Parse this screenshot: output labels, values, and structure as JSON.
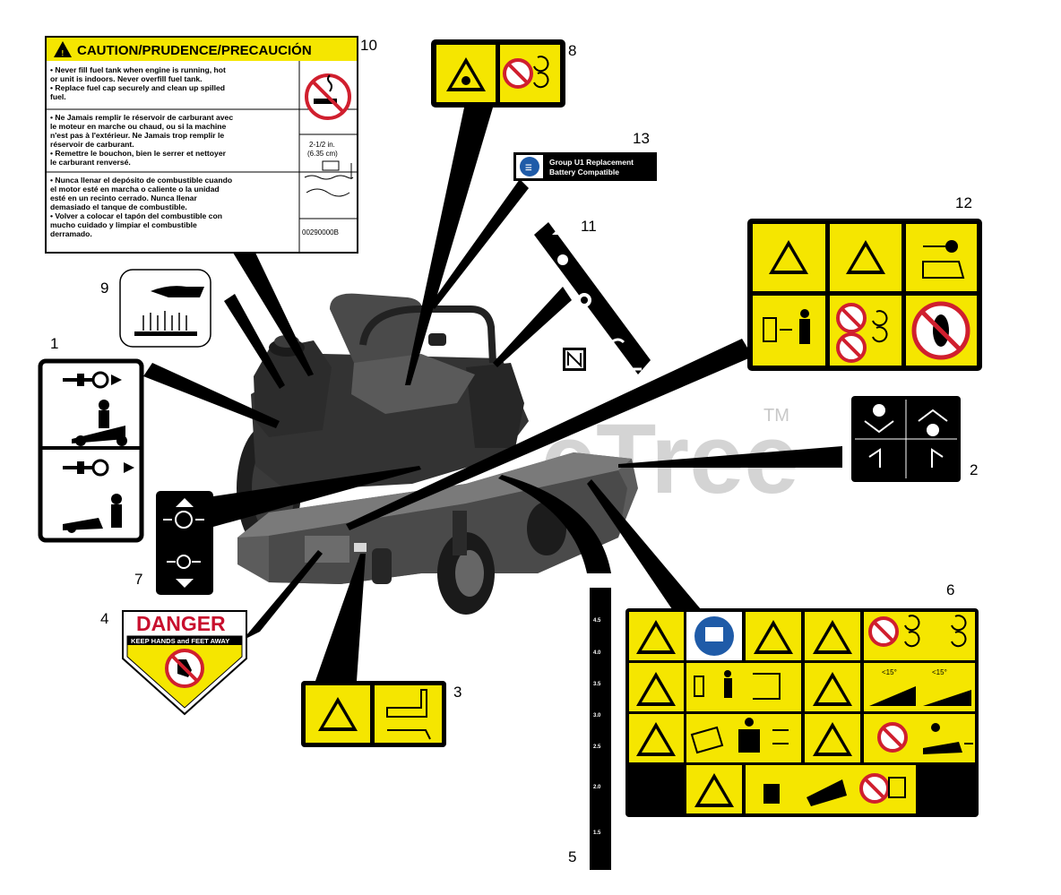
{
  "watermark": {
    "text": "eTree",
    "tm": "TM"
  },
  "callouts": [
    "1",
    "2",
    "3",
    "4",
    "5",
    "6",
    "7",
    "8",
    "9",
    "10",
    "11",
    "12",
    "13"
  ],
  "decal_10": {
    "title": "CAUTION/PRUDENCE/PRECAUCIÓN",
    "en_lines": [
      "• Never fill fuel tank when engine is running, hot",
      "  or unit is indoors. Never overfill fuel tank.",
      "• Replace fuel cap securely and clean up spilled",
      "  fuel."
    ],
    "fr_lines": [
      "• Ne Jamais remplir le réservoir de carburant avec",
      "  le moteur en marche ou chaud, ou si la machine",
      "  n'est pas à l'extérieur. Ne Jamais trop remplir le",
      "  réservoir de carburant.",
      "• Remettre le bouchon, bien le serrer et nettoyer",
      "  le carburant renversé."
    ],
    "es_lines": [
      "• Nunca llenar el depósito de combustible cuando",
      "  el motor esté en marcha o caliente o la unidad",
      "  esté en un recinto cerrado. Nunca llenar",
      "  demasiado el tanque de combustible.",
      "• Volver a colocar el tapón del combustible con",
      "  mucho cuidado y limpiar el combustible",
      "  derramado."
    ],
    "dimension": "2-1/2 in.",
    "dimension_metric": "(6.35 cm)",
    "part_number": "00290000B"
  },
  "decal_13": {
    "line1": "Group U1 Replacement",
    "line2": "Battery Compatible"
  },
  "decal_4": {
    "title": "DANGER",
    "subtitle": "KEEP HANDS and FEET AWAY"
  },
  "decal_6": {
    "slope_left": "<15°",
    "slope_right": "<15°"
  },
  "decal_5": {
    "heights": [
      "4.5",
      "4.0",
      "3.5",
      "3.0",
      "2.5",
      "2.0",
      "1.5"
    ]
  }
}
